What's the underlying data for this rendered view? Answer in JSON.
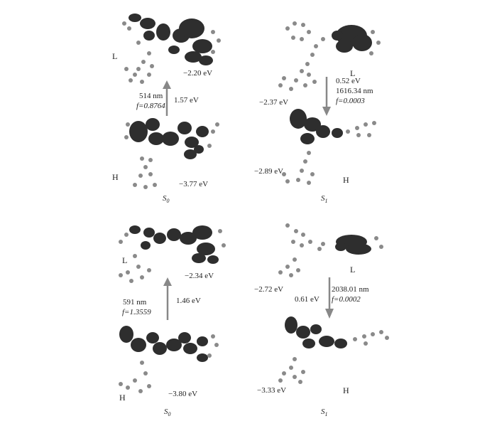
{
  "panels": [
    {
      "id": "top-left",
      "lumo_label": "L",
      "homo_label": "H",
      "lumo_energy": "−2.20 eV",
      "homo_energy": "−3.77 eV",
      "transition_energy": "1.57 eV",
      "wavelength": "514 nm",
      "osc_strength": "f=0.8764",
      "state_label": "S",
      "state_sub": "0",
      "arrow_direction": "up"
    },
    {
      "id": "top-right",
      "lumo_label": "L",
      "homo_label": "H",
      "lumo_energy": "−2.37 eV",
      "homo_energy": "−2.89 eV",
      "transition_energy": "0.52 eV",
      "wavelength": "1616.34 nm",
      "osc_strength": "f=0.0003",
      "state_label": "S",
      "state_sub": "1",
      "arrow_direction": "down"
    },
    {
      "id": "bottom-left",
      "lumo_label": "L",
      "homo_label": "H",
      "lumo_energy": "−2.34 eV",
      "homo_energy": "−3.80 eV",
      "transition_energy": "1.46 eV",
      "wavelength": "591 nm",
      "osc_strength": "f=1.3559",
      "state_label": "S",
      "state_sub": "0",
      "arrow_direction": "up"
    },
    {
      "id": "bottom-right",
      "lumo_label": "L",
      "homo_label": "H",
      "lumo_energy": "−2.72 eV",
      "homo_energy": "−3.33 eV",
      "transition_energy": "0.61 eV",
      "wavelength": "2038.01 nm",
      "osc_strength": "f=0.0002",
      "state_label": "S",
      "state_sub": "1",
      "arrow_direction": "down"
    }
  ],
  "colors": {
    "lobe": "#2e2e2e",
    "lobe_light": "#6a6a6a",
    "atom": "#8a8a8a",
    "arrow": "#888888"
  }
}
